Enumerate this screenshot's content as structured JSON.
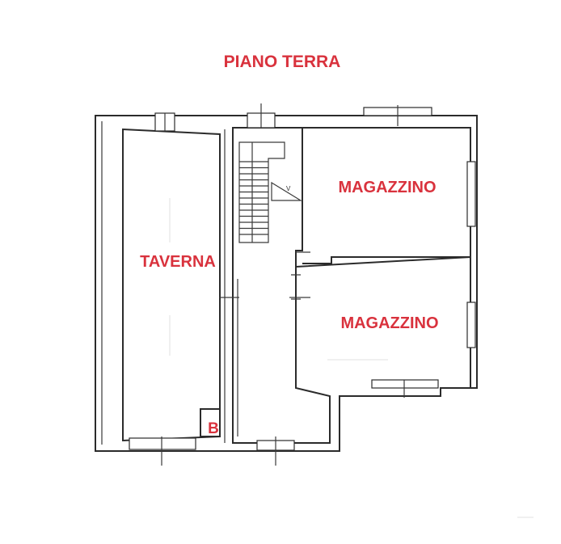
{
  "plan": {
    "title": "PIANO TERRA",
    "rooms": [
      {
        "id": "taverna",
        "label": "TAVERNA"
      },
      {
        "id": "magazzino-1",
        "label": "MAGAZZINO"
      },
      {
        "id": "magazzino-2",
        "label": "MAGAZZINO"
      },
      {
        "id": "bagno",
        "label": "B"
      }
    ],
    "colors": {
      "label": "#d9323d",
      "walls": "#2b2b2b",
      "background": "#ffffff"
    },
    "icons": [
      "staircase-icon",
      "window-icon"
    ]
  }
}
